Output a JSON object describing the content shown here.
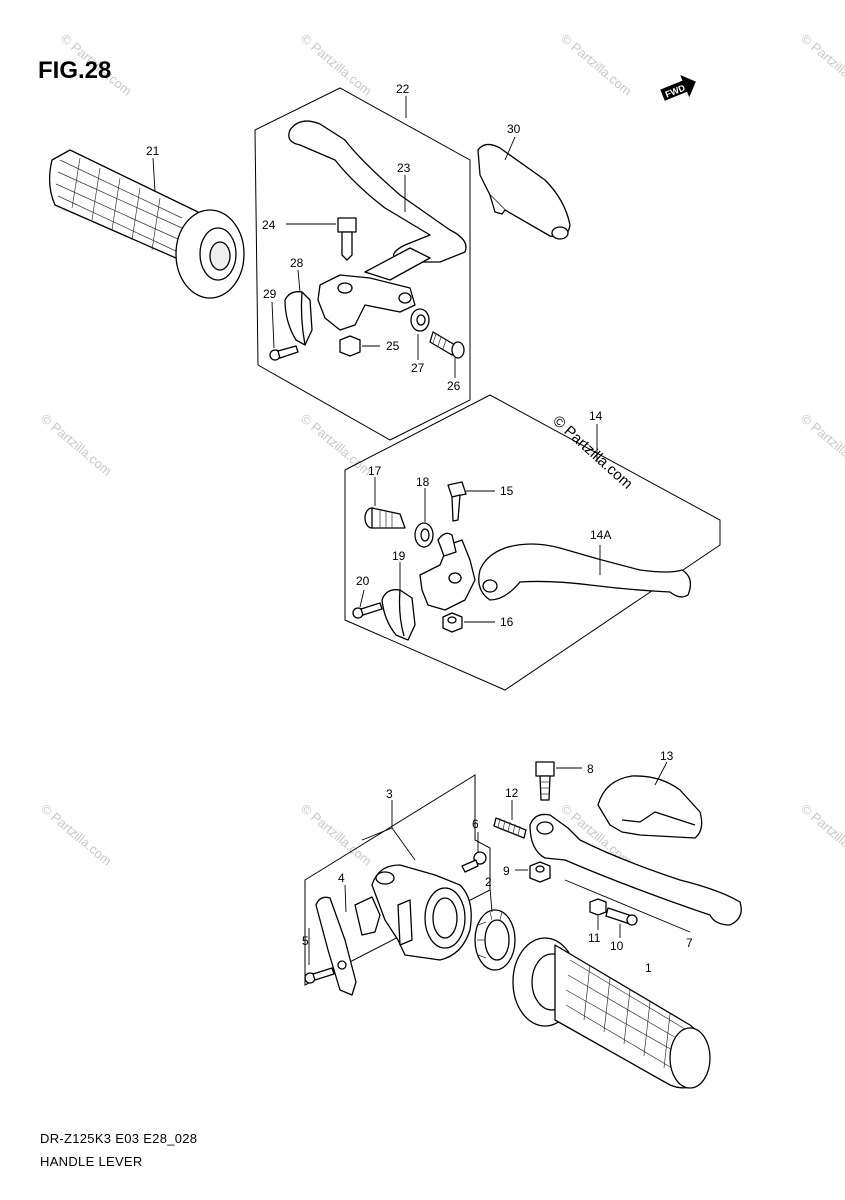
{
  "figure": {
    "title": "FIG.28",
    "model_code": "DR-Z125K3 E03 E28_028",
    "caption": "HANDLE LEVER",
    "fwd_label": "FWD"
  },
  "watermark": {
    "text": "© Partzilla.com"
  },
  "callouts": {
    "c1": "1",
    "c2": "2",
    "c3": "3",
    "c4": "4",
    "c5": "5",
    "c6": "6",
    "c7": "7",
    "c8": "8",
    "c9": "9",
    "c10": "10",
    "c11": "11",
    "c12": "12",
    "c13": "13",
    "c14": "14",
    "c14a": "14A",
    "c15": "15",
    "c16": "16",
    "c17": "17",
    "c18": "18",
    "c19": "19",
    "c20": "20",
    "c21": "21",
    "c22": "22",
    "c23": "23",
    "c24": "24",
    "c25": "25",
    "c26": "26",
    "c27": "27",
    "c28": "28",
    "c29": "29",
    "c30": "30"
  }
}
